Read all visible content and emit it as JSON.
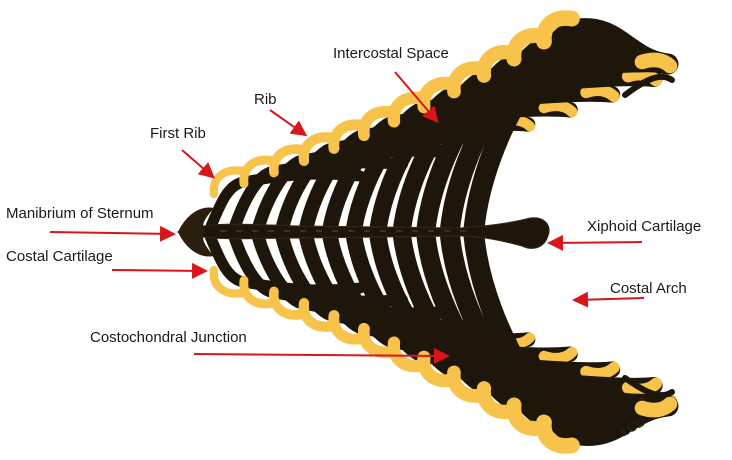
{
  "labels": {
    "intercostal_space": "Intercostal Space",
    "rib": "Rib",
    "first_rib": "First Rib",
    "manibrium_of_sternum": "Manibrium of Sternum",
    "costal_cartilage": "Costal Cartilage",
    "xiphoid_cartilage": "Xiphoid Cartilage",
    "costal_arch": "Costal Arch",
    "costochondral_junction": "Costochondral Junction"
  },
  "signature": "LCD",
  "colors": {
    "bone": "#1e160b",
    "bone_highlight": "#4a3a1c",
    "cartilage": "#f7c34a",
    "cartilage_outline": "#6b5220",
    "arrow": "#d8161b",
    "background": "#ffffff"
  }
}
